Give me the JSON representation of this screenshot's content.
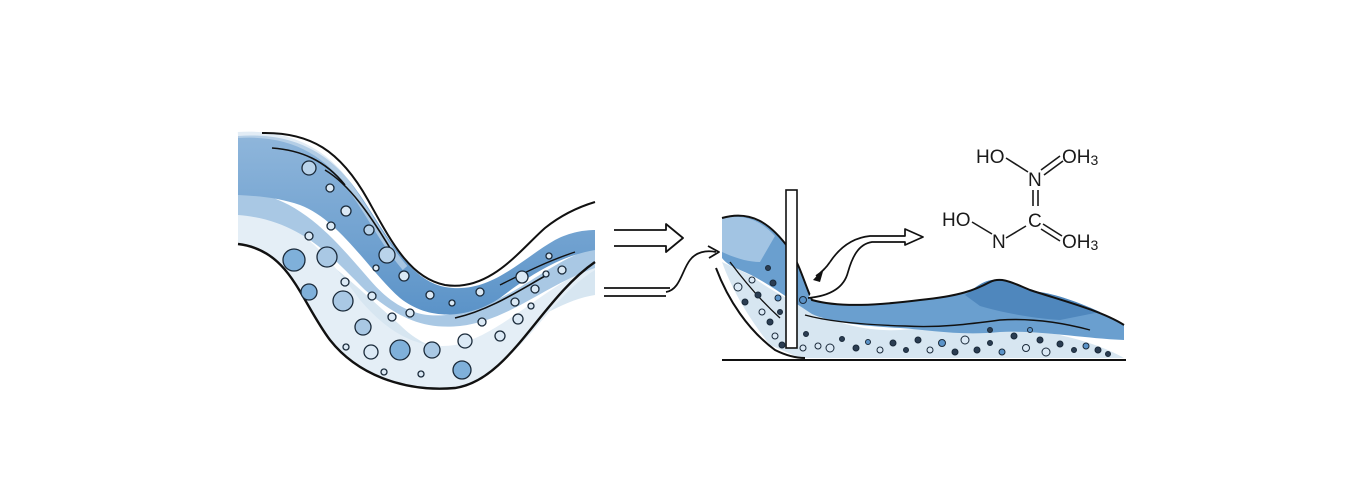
{
  "colors": {
    "background": "#ffffff",
    "fluid_dark": "#5b93c8",
    "fluid_light": "#a9c8e4",
    "sediment_pale": "#d7e6f1",
    "outline": "#111111",
    "bubble_fill": "#7fb0da",
    "particle_dark": "#2b3d52"
  },
  "icons": [
    "double-arrow-right-icon",
    "curved-arrow-icon",
    "hollow-arrow-icon"
  ],
  "structure": {
    "top_left": "HO",
    "top_n": "N",
    "top_right": "OH",
    "bottom_left": "HO",
    "bottom_n": "N",
    "carbon": "C",
    "bottom_right": "OH",
    "subscript": "3"
  }
}
